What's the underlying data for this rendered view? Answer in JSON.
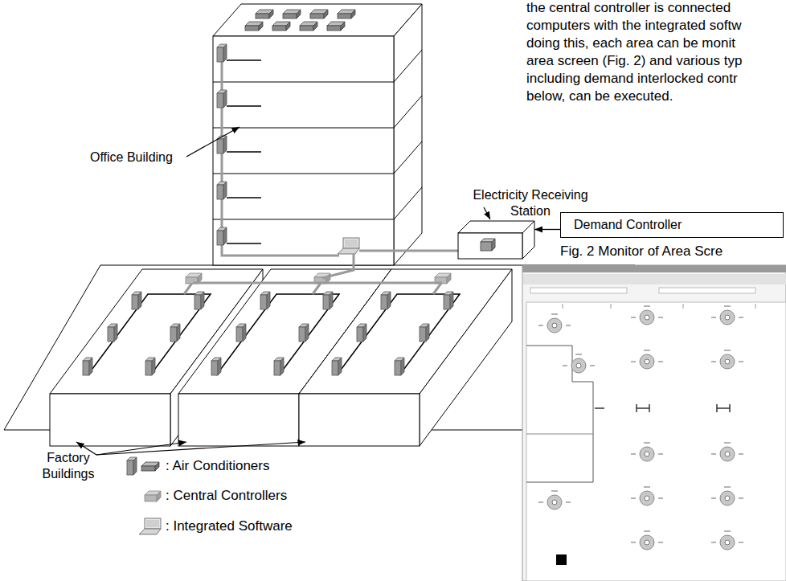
{
  "diagram": {
    "nodes": [
      {
        "text": [
          "Electricity Receiving Station"
        ]
      },
      {
        "text": [
          "Demand Controller"
        ]
      }
    ],
    "edges": [
      {
        "from": 1,
        "to": 0,
        "arrow": "to"
      }
    ],
    "labels": [
      "the central controller is connected",
      "computers with the integrated softw",
      "doing this, each area can be monit",
      "area screen (Fig. 2) and various typ",
      "including demand interlocked contr",
      "below, can be executed.",
      "Office Building",
      "Fig. 2 Monitor of Area Scre",
      "Factory Buildings"
    ],
    "legend": [
      {
        "text": ": Air Conditioners"
      },
      {
        "text": ": Central Controllers"
      },
      {
        "text": ": Integrated Software"
      }
    ]
  }
}
